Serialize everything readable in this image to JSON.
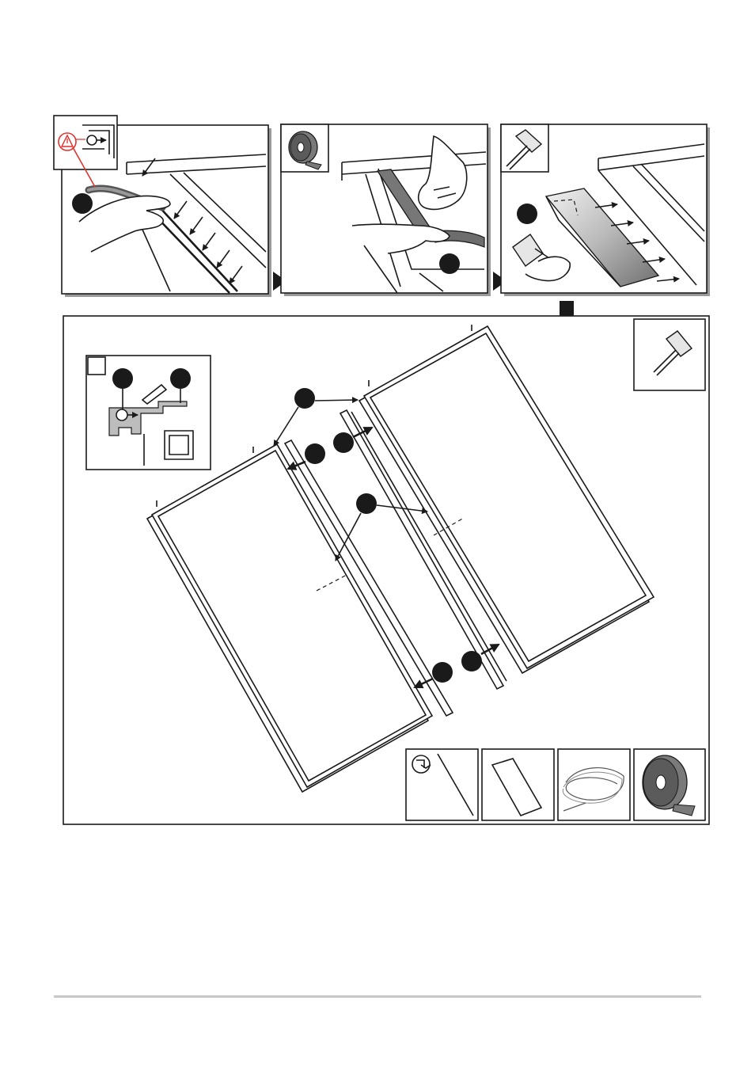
{
  "figure": {
    "steps": [
      {
        "id": "step-1",
        "tool": "warning-icon",
        "callout": "detail-view"
      },
      {
        "id": "step-2",
        "tool": "tape-roll-icon"
      },
      {
        "id": "step-3",
        "tool": "mallet-icon"
      }
    ],
    "main_tool": "mallet-icon",
    "detail_callout": "profile-cross-section",
    "accessories": [
      "cord-tool",
      "glass-strip",
      "coiled-seal",
      "tape-roll"
    ],
    "colors": {
      "warning": "#e0342f",
      "ink": "#1a1a1a",
      "shadow": "#9a9a9a"
    }
  }
}
